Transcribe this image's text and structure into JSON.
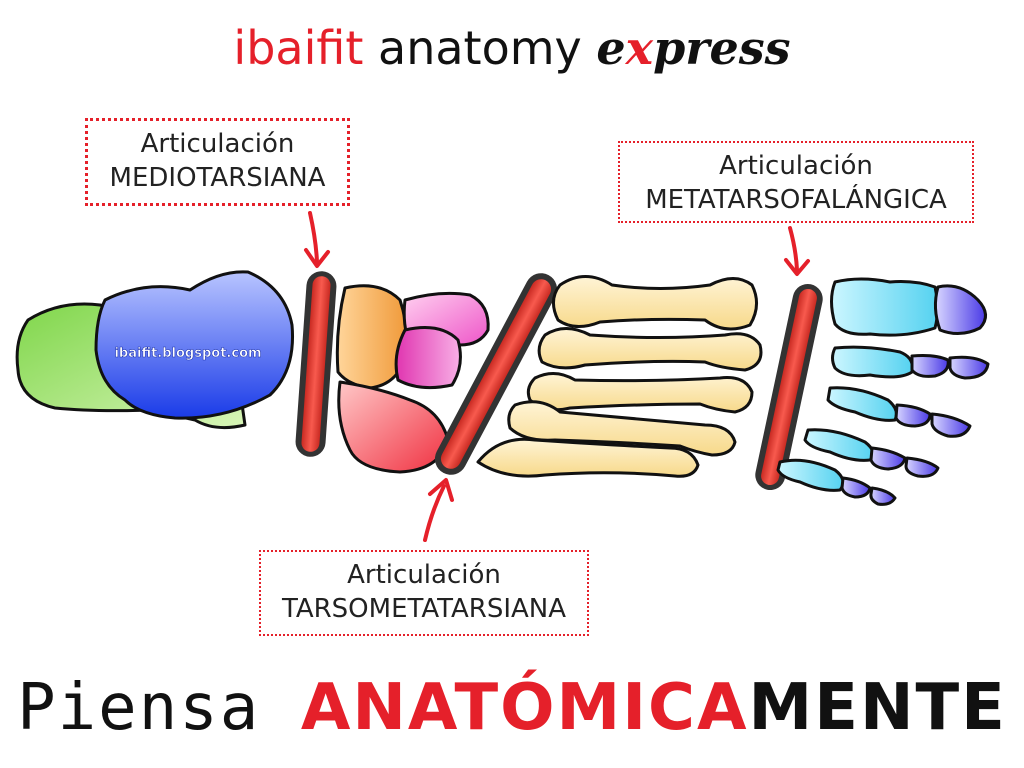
{
  "title": {
    "brand": "ibaifit",
    "middle": " anatomy ",
    "express_pre": "e",
    "express_x": "x",
    "express_post": "press"
  },
  "labels": {
    "mediotarsiana": {
      "line1": "Articulación",
      "line2": "MEDIOTARSIANA"
    },
    "metatarsofalangica": {
      "line1": "Articulación",
      "line2": "METATARSOFALÁNGICA"
    },
    "tarsometatarsiana": {
      "line1": "Articulación",
      "line2": "TARSOMETATARSIANA"
    }
  },
  "watermark": "ibaifit.blogspot.com",
  "footer": {
    "part1": "Piensa ",
    "part2": "ANATÓMICA",
    "part3": "MENTE"
  },
  "colors": {
    "accent": "#e5202a",
    "joint_bar": "#f04a3e",
    "calcaneus": "#8fdc5a",
    "talus": "#3a5cf0",
    "metatarsal": "#f7d98a",
    "phalanx": "#63d7f2",
    "distal_phalanx": "#6a5cf0"
  }
}
